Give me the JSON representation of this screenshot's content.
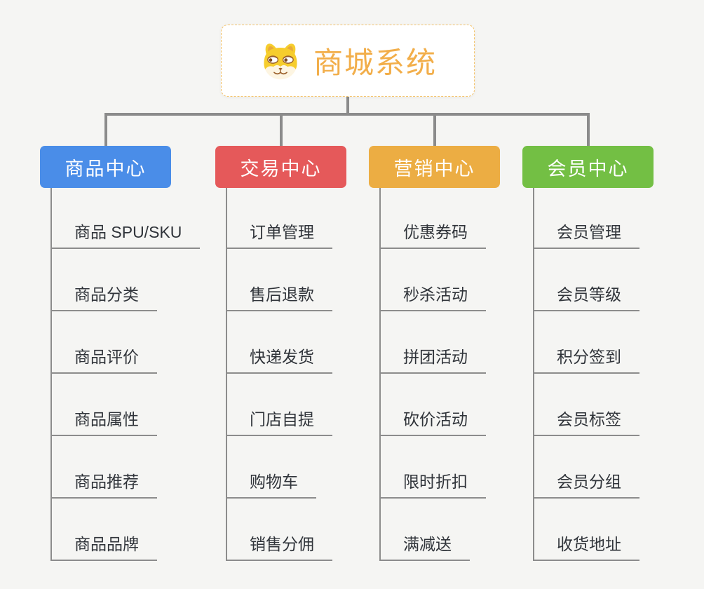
{
  "root": {
    "title": "商城系统",
    "icon": "dog-face-icon"
  },
  "branches": [
    {
      "label": "商品中心",
      "color": "#4A8DE8",
      "items": [
        "商品 SPU/SKU",
        "商品分类",
        "商品评价",
        "商品属性",
        "商品推荐",
        "商品品牌"
      ]
    },
    {
      "label": "交易中心",
      "color": "#E5595A",
      "items": [
        "订单管理",
        "售后退款",
        "快递发货",
        "门店自提",
        "购物车",
        "销售分佣"
      ]
    },
    {
      "label": "营销中心",
      "color": "#ECAD43",
      "items": [
        "优惠券码",
        "秒杀活动",
        "拼团活动",
        "砍价活动",
        "限时折扣",
        "满减送"
      ]
    },
    {
      "label": "会员中心",
      "color": "#73BF44",
      "items": [
        "会员管理",
        "会员等级",
        "积分签到",
        "会员标签",
        "会员分组",
        "收货地址"
      ]
    }
  ],
  "colors": {
    "background": "#F5F5F3",
    "root_text": "#F2AE4A",
    "root_border": "#F4C46D",
    "connector": "#8B8B8B",
    "leaf_line": "#8C8C8C",
    "leaf_text": "#30343A",
    "node_text": "#FFFFFF"
  }
}
